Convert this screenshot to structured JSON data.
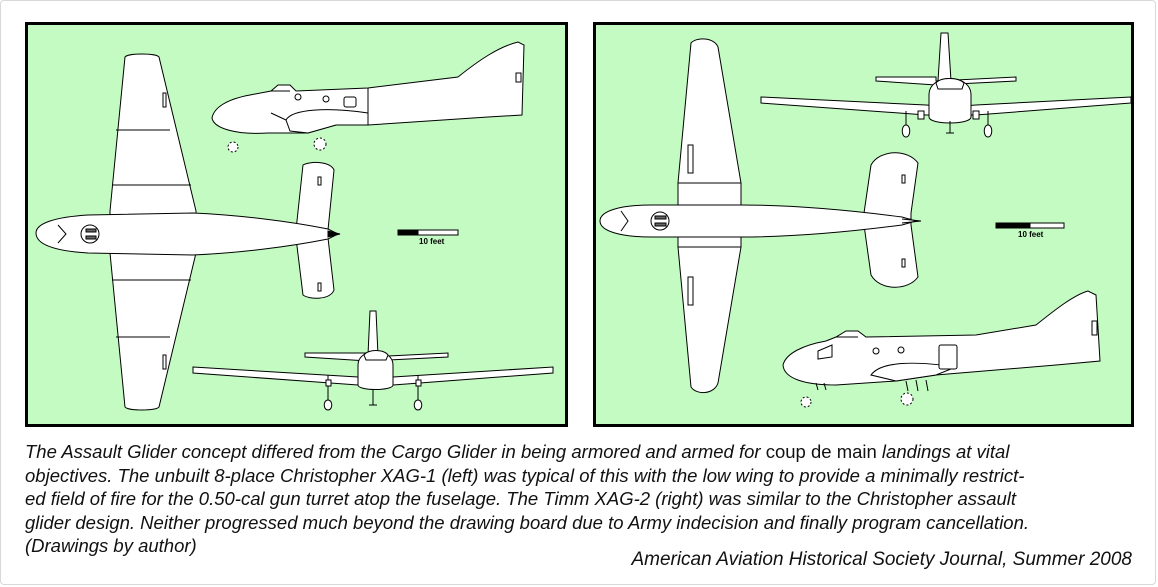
{
  "panels": {
    "left": {
      "scale_label": "10 feet"
    },
    "right": {
      "scale_label": "10 feet"
    }
  },
  "caption": {
    "line1_a": "The Assault Glider concept differed from the Cargo Glider in being armored and armed for ",
    "line1_b": "coup de main",
    "line1_c": " landings at vital",
    "line2": "objectives. The unbuilt 8-place Christopher XAG-1 (left) was typical of this with the low wing to provide a minimally restrict-",
    "line3": "ed field of fire for the 0.50-cal gun turret atop the fuselage.  The Timm XAG-2 (right) was similar to the Christopher assault",
    "line4": "glider design. Neither progressed much beyond the drawing board due to Army indecision and finally program cancellation.",
    "line5": "(Drawings by author)"
  },
  "source": "American Aviation Historical Society Journal, Summer 2008",
  "colors": {
    "panel_background": "#c3fbc3",
    "panel_border": "#000000",
    "aircraft_fill": "#ffffff"
  }
}
